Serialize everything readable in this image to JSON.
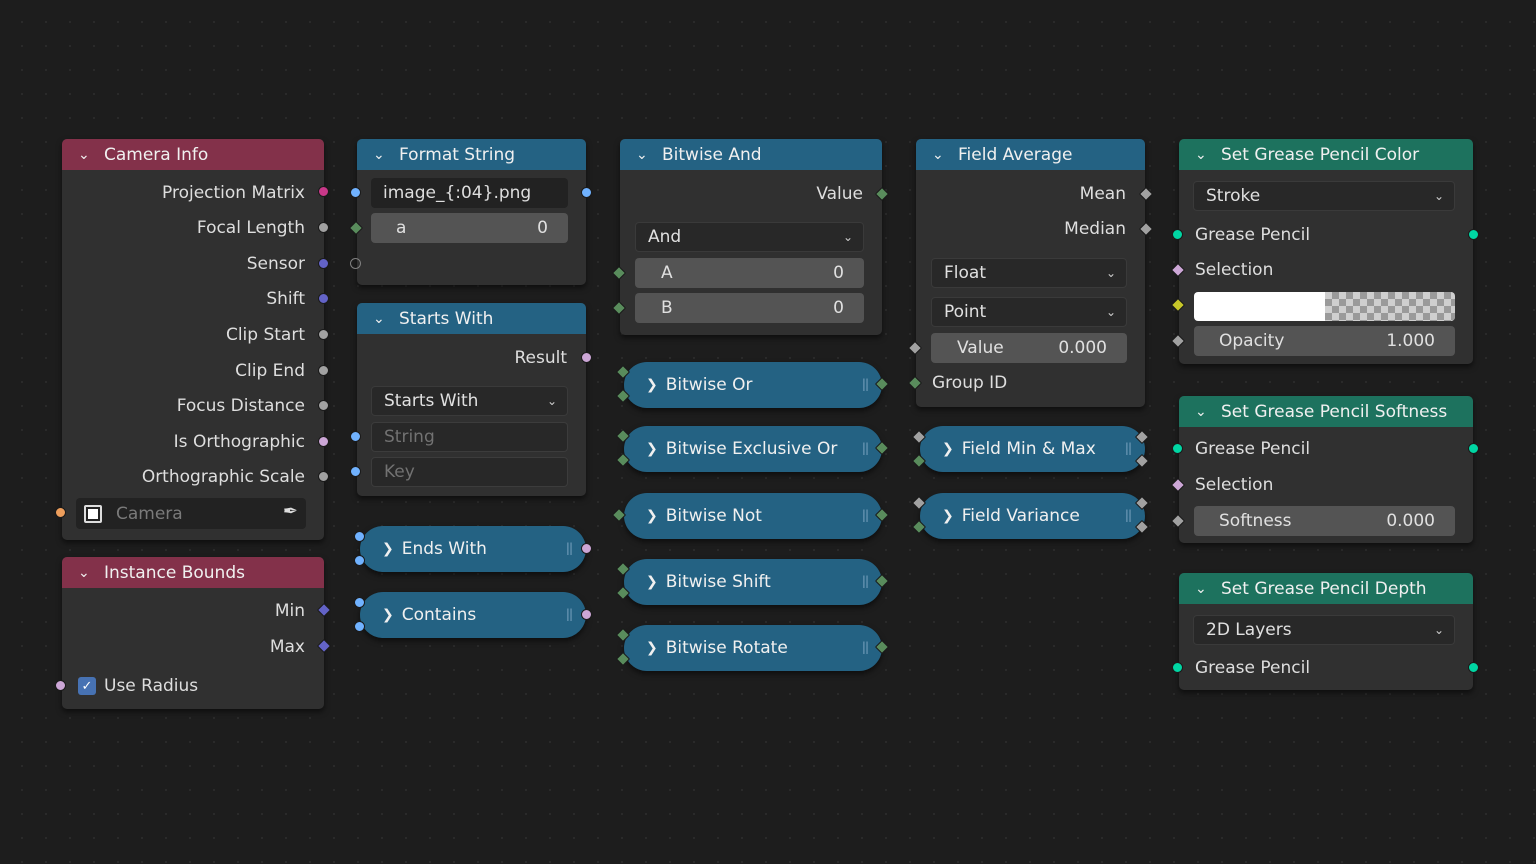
{
  "nodes": {
    "camera_info": {
      "title": "Camera Info",
      "outputs": [
        "Projection Matrix",
        "Focal Length",
        "Sensor",
        "Shift",
        "Clip Start",
        "Clip End",
        "Focus Distance",
        "Is Orthographic",
        "Orthographic Scale"
      ],
      "camera_placeholder": "Camera"
    },
    "instance_bounds": {
      "title": "Instance Bounds",
      "outputs": [
        "Min",
        "Max"
      ],
      "use_radius": "Use Radius"
    },
    "format_string": {
      "title": "Format String",
      "format_value": "image_{:04}.png",
      "a_label": "a",
      "a_value": "0"
    },
    "starts_with": {
      "title": "Starts With",
      "output": "Result",
      "mode": "Starts With",
      "string_placeholder": "String",
      "key_placeholder": "Key"
    },
    "ends_with": {
      "title": "Ends With"
    },
    "contains": {
      "title": "Contains"
    },
    "bitwise_and": {
      "title": "Bitwise And",
      "output": "Value",
      "mode": "And",
      "a_label": "A",
      "a_value": "0",
      "b_label": "B",
      "b_value": "0"
    },
    "collapsed_bitwise": [
      "Bitwise Or",
      "Bitwise Exclusive Or",
      "Bitwise Not",
      "Bitwise Shift",
      "Bitwise Rotate"
    ],
    "field_average": {
      "title": "Field Average",
      "outputs": [
        "Mean",
        "Median"
      ],
      "type": "Float",
      "domain": "Point",
      "value_label": "Value",
      "value": "0.000",
      "group_id": "Group ID"
    },
    "field_min_max": {
      "title": "Field Min & Max"
    },
    "field_variance": {
      "title": "Field Variance"
    },
    "gp_color": {
      "title": "Set Grease Pencil Color",
      "mode": "Stroke",
      "grease_pencil": "Grease Pencil",
      "selection": "Selection",
      "opacity_label": "Opacity",
      "opacity_value": "1.000"
    },
    "gp_softness": {
      "title": "Set Grease Pencil Softness",
      "grease_pencil": "Grease Pencil",
      "selection": "Selection",
      "softness_label": "Softness",
      "softness_value": "0.000"
    },
    "gp_depth": {
      "title": "Set Grease Pencil Depth",
      "mode": "2D Layers",
      "grease_pencil": "Grease Pencil"
    }
  },
  "colors": {
    "header_red": "#83314a",
    "header_blue": "#246283",
    "header_green": "#1d725e",
    "socket_matrix": "#c93889",
    "socket_float": "#a1a1a1",
    "socket_vector": "#6363c7",
    "socket_bool": "#cca6d6",
    "socket_object": "#ed9e5c",
    "socket_string": "#70b2ff",
    "socket_int": "#598c5c",
    "socket_geometry": "#00d6a3",
    "socket_color": "#c7c729"
  }
}
